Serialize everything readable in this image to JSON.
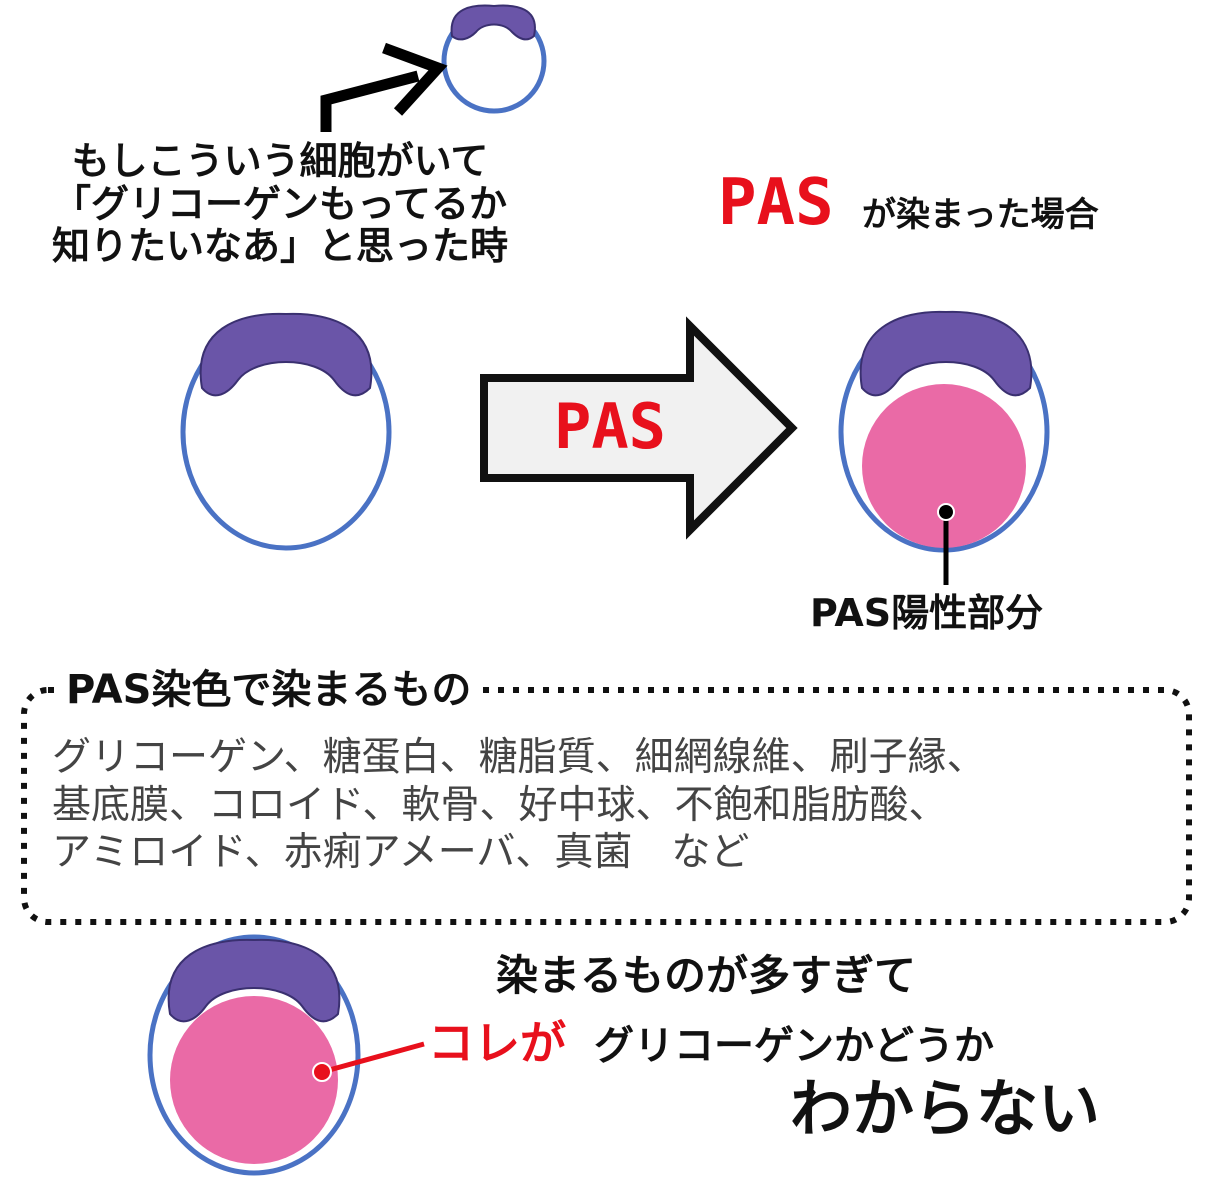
{
  "intro_text": {
    "line1": "もしこういう細胞がいて",
    "line2": "「グリコーゲンもってるか",
    "line3": "知りたいなあ」と思った時"
  },
  "pas_word": "PAS",
  "pas_result": "が染まった場合",
  "arrow_label": "PAS",
  "positive_label": "PAS陽性部分",
  "box": {
    "title": "PAS染色で染まるもの",
    "line1": "グリコーゲン、糖蛋白、糖脂質、細網線維、刷子縁、",
    "line2": "基底膜、コロイド、軟骨、好中球、不飽和脂肪酸、",
    "line3": "アミロイド、赤痢アメーバ、真菌　など"
  },
  "bottom": {
    "line1": "染まるものが多すぎて",
    "line2_red": "コレが",
    "line2_rest": "グリコーゲンかどうか",
    "line3": "わからない"
  },
  "colors": {
    "cell_outline": "#4a72c4",
    "nucleus": "#6a55a8",
    "pas_positive": "#ea6aa6",
    "accent_red": "#e8101c",
    "text": "#111111",
    "arrow_fill": "#f1f1f1"
  }
}
